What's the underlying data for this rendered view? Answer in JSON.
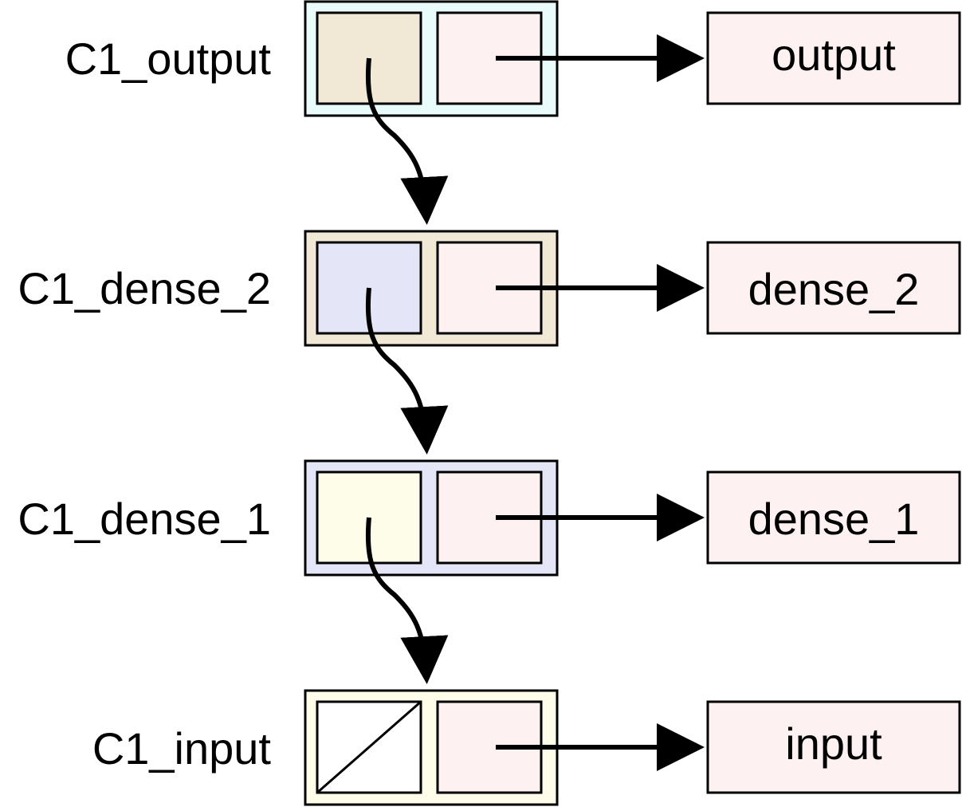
{
  "nodes": [
    {
      "label": "C1_output",
      "target": "output",
      "outer_color": "#EAFBFC",
      "left_cell_color": "#F2E8D6",
      "right_cell_color": "#FDF1F1",
      "is_nil": false
    },
    {
      "label": "C1_dense_2",
      "target": "dense_2",
      "outer_color": "#F2E8D6",
      "left_cell_color": "#E4E5F7",
      "right_cell_color": "#FDF1F1",
      "is_nil": false
    },
    {
      "label": "C1_dense_1",
      "target": "dense_1",
      "outer_color": "#E4E5F7",
      "left_cell_color": "#FEFDEA",
      "right_cell_color": "#FDF1F1",
      "is_nil": false
    },
    {
      "label": "C1_input",
      "target": "input",
      "outer_color": "#FEFDEA",
      "left_cell_color": "#FFFFFF",
      "right_cell_color": "#FDF1F1",
      "is_nil": true
    }
  ],
  "target_box_color": "#FDF1F1",
  "line_color": "#000000"
}
